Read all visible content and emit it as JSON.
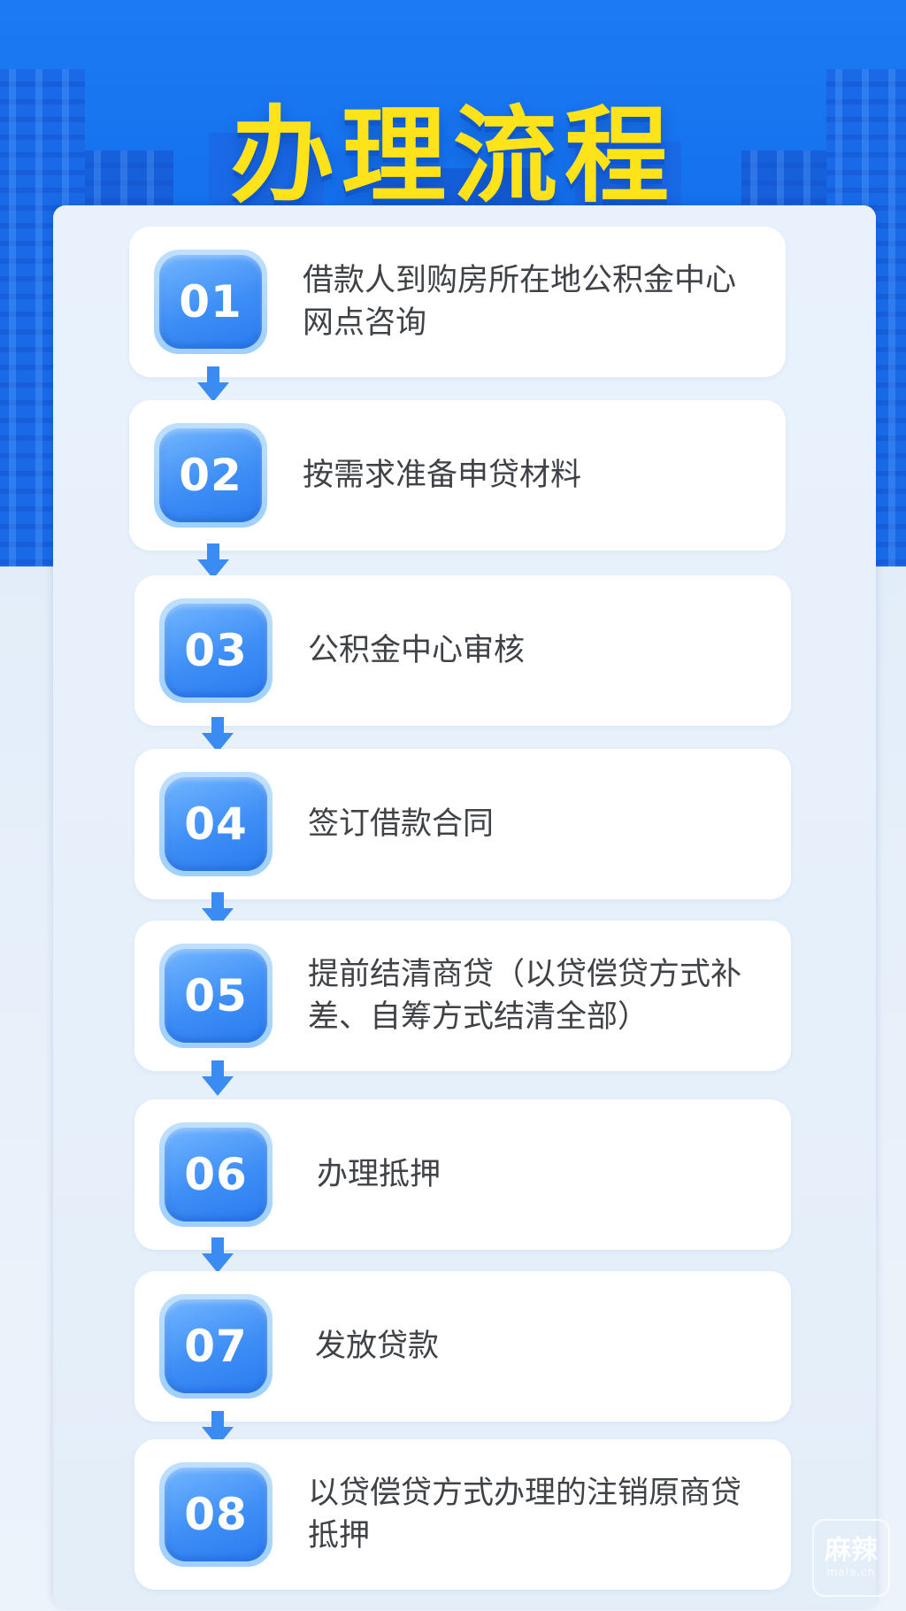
{
  "header": {
    "title": "办理流程"
  },
  "steps": [
    {
      "number": "01",
      "text": "借款人到购房所在地公积金中心网点咨询"
    },
    {
      "number": "02",
      "text": "按需求准备申贷材料"
    },
    {
      "number": "03",
      "text": "公积金中心审核"
    },
    {
      "number": "04",
      "text": "签订借款合同"
    },
    {
      "number": "05",
      "text": "提前结清商贷（以贷偿贷方式补差、自筹方式结清全部）"
    },
    {
      "number": "06",
      "text": "办理抵押"
    },
    {
      "number": "07",
      "text": "发放贷款"
    },
    {
      "number": "08",
      "text": "以贷偿贷方式办理的注销原商贷抵押"
    }
  ],
  "watermark": {
    "main": "麻辣",
    "sub": "mala.cn"
  },
  "colors": {
    "hero_blue": "#1470ee",
    "title_yellow": "#ffe31a",
    "badge_blue": "#3e8ef6",
    "arrow_blue": "#3a8cf2",
    "text_gray": "#3f4347"
  },
  "icons": {
    "step_arrow": "down-arrow-icon"
  }
}
